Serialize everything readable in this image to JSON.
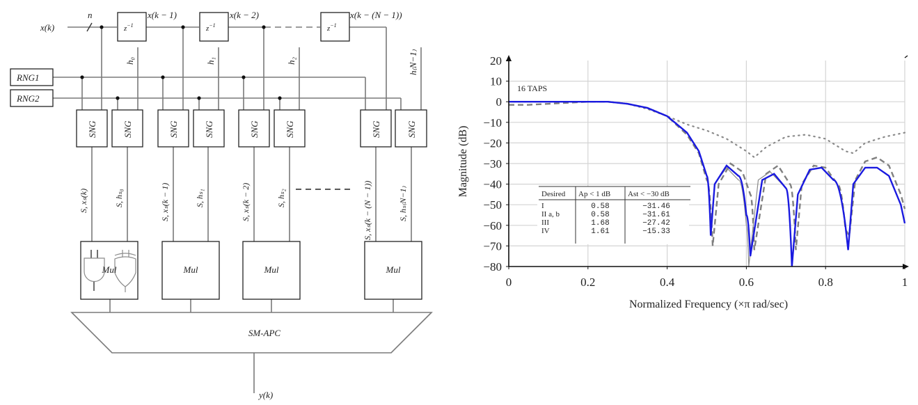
{
  "diagram": {
    "input_label": "x(k)",
    "bus_width_label": "n",
    "delay_label": "z",
    "delay_exp": "−1",
    "tap_outputs": [
      "x(k − 1)",
      "x(k − 2)",
      "x(k − (N − 1))"
    ],
    "coeffs": [
      "h₀",
      "h₁",
      "h₂",
      "h₍N−1₎"
    ],
    "rng_labels": [
      "RNG1",
      "RNG2"
    ],
    "sng_label": "SNG",
    "stream_labels": [
      "S, xₛ(k)",
      "S, hₛ₀",
      "S, xₛ(k − 1)",
      "S, hₛ₁",
      "S, xₛ(k − 2)",
      "S, hₛ₂",
      "S, xₛ(k − (N − 1))",
      "S, hₛ₍N−1₎"
    ],
    "mul_label": "Mul",
    "adder_label": "SM-APC",
    "output_label": "y(k)"
  },
  "chart_data": {
    "type": "line",
    "title": "",
    "annotation": "16 TAPS",
    "xlabel": "Normalized Frequency (×π rad/sec)",
    "ylabel": "Magnitude (dB)",
    "xlim": [
      0,
      1
    ],
    "ylim": [
      -80,
      20
    ],
    "xticks": [
      "0",
      "0.2",
      "0.4",
      "0.6",
      "0.8",
      "1"
    ],
    "yticks": [
      "20",
      "10",
      "0",
      "−10",
      "−20",
      "−30",
      "−40",
      "−50",
      "−60",
      "−70",
      "−80"
    ],
    "grid": true,
    "series": [
      {
        "name": "I",
        "style": "solid-blue",
        "x": [
          0,
          0.1,
          0.2,
          0.25,
          0.3,
          0.35,
          0.4,
          0.45,
          0.48,
          0.5,
          0.51,
          0.52,
          0.55,
          0.58,
          0.6,
          0.61,
          0.64,
          0.67,
          0.7,
          0.715,
          0.73,
          0.76,
          0.79,
          0.82,
          0.85,
          0.857,
          0.87,
          0.9,
          0.93,
          0.96,
          0.99,
          1.0
        ],
        "y": [
          0,
          0,
          0,
          0,
          -1,
          -3,
          -7,
          -15,
          -24,
          -36,
          -65,
          -40,
          -31,
          -36,
          -55,
          -75,
          -38,
          -35,
          -42,
          -80,
          -45,
          -33,
          -32,
          -38,
          -60,
          -72,
          -40,
          -32,
          -32,
          -36,
          -50,
          -59
        ]
      },
      {
        "name": "II a, b",
        "style": "solid-gray",
        "x": [
          0,
          0.1,
          0.2,
          0.25,
          0.3,
          0.35,
          0.4,
          0.45,
          0.48,
          0.5,
          0.51,
          0.52,
          0.55,
          0.58,
          0.6,
          0.606,
          0.63,
          0.66,
          0.7,
          0.715,
          0.73,
          0.76,
          0.79,
          0.82,
          0.85,
          0.857,
          0.87,
          0.9,
          0.93,
          0.96,
          0.99,
          1.0
        ],
        "y": [
          0,
          0,
          0,
          0,
          -1,
          -3,
          -7,
          -15,
          -24,
          -36,
          -62,
          -40,
          -32,
          -38,
          -60,
          -80,
          -38,
          -34,
          -42,
          -80,
          -45,
          -33,
          -32,
          -38,
          -60,
          -70,
          -40,
          -32,
          -32,
          -36,
          -50,
          -59
        ]
      },
      {
        "name": "III",
        "style": "dashed-gray",
        "x": [
          0,
          0.05,
          0.1,
          0.2,
          0.25,
          0.3,
          0.35,
          0.4,
          0.45,
          0.48,
          0.5,
          0.515,
          0.53,
          0.56,
          0.59,
          0.61,
          0.62,
          0.65,
          0.68,
          0.71,
          0.725,
          0.74,
          0.77,
          0.8,
          0.83,
          0.85,
          0.86,
          0.875,
          0.9,
          0.93,
          0.96,
          0.99,
          1.0
        ],
        "y": [
          -1.5,
          -1.5,
          -1,
          0,
          0,
          -1,
          -3,
          -7,
          -16,
          -25,
          -38,
          -70,
          -40,
          -30,
          -34,
          -45,
          -72,
          -35,
          -31,
          -40,
          -72,
          -40,
          -31,
          -32,
          -40,
          -62,
          -65,
          -38,
          -29,
          -27,
          -31,
          -45,
          -52
        ]
      },
      {
        "name": "IV",
        "style": "dotted-gray",
        "x": [
          0,
          0.1,
          0.2,
          0.25,
          0.3,
          0.35,
          0.4,
          0.45,
          0.5,
          0.55,
          0.6,
          0.62,
          0.65,
          0.7,
          0.75,
          0.8,
          0.85,
          0.87,
          0.9,
          0.95,
          1.0
        ],
        "y": [
          0,
          0,
          0,
          0,
          -1,
          -3.5,
          -7,
          -11,
          -14,
          -18,
          -24,
          -27,
          -22,
          -17,
          -16,
          -18,
          -24,
          -25,
          -20,
          -17,
          -15
        ]
      }
    ],
    "table": {
      "headers": [
        "Desired",
        "Ap < 1 dB",
        "Ast < −30 dB"
      ],
      "rows": [
        [
          "I",
          "0.58",
          "−31.46"
        ],
        [
          "II a, b",
          "0.58",
          "−31.61"
        ],
        [
          "III",
          "1.68",
          "−27.42"
        ],
        [
          "IV",
          "1.61",
          "−15.33"
        ]
      ]
    }
  }
}
